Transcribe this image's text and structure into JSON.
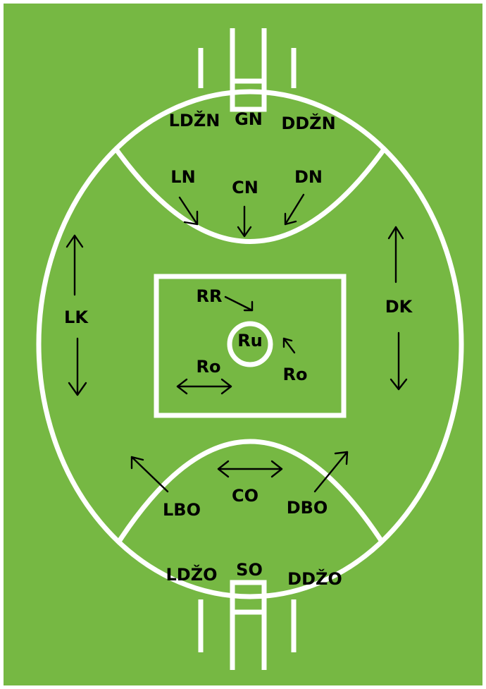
{
  "colors": {
    "grass": "#76b843",
    "lines": "#ffffff",
    "text": "#000000"
  },
  "positions": {
    "ldzn": "LDŽN",
    "gn": "GN",
    "ddzn": "DDŽN",
    "ln": "LN",
    "cn": "CN",
    "dn": "DN",
    "lk": "LK",
    "dk": "DK",
    "rr": "RR",
    "ru": "Ru",
    "ro_left": "Ro",
    "ro_right": "Ro",
    "lbo": "LBO",
    "co": "CO",
    "dbo": "DBO",
    "ldzo": "LDŽO",
    "so": "SO",
    "ddzo": "DDŽO"
  }
}
